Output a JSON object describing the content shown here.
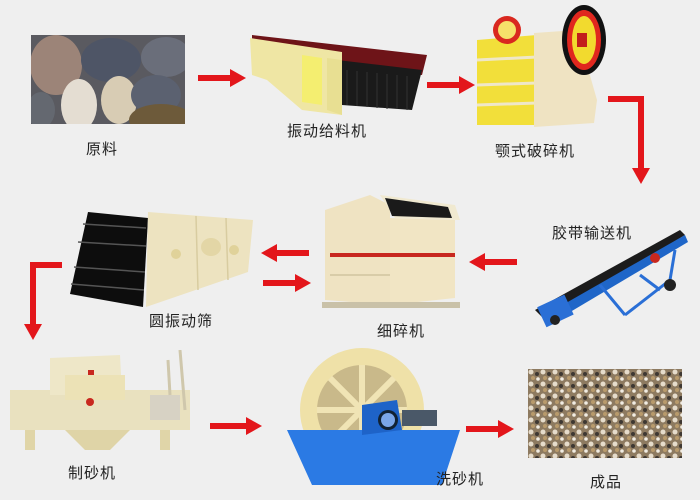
{
  "diagram": {
    "title": "",
    "type": "process-flow",
    "accent_color": "#e3161b",
    "background_color": "#efefef",
    "nodes": [
      {
        "id": "raw",
        "label": "原料",
        "icon": "pebbles-photo"
      },
      {
        "id": "vib_feeder",
        "label": "振动给料机",
        "icon": "vibrating-feeder"
      },
      {
        "id": "jaw_crusher",
        "label": "颚式破碎机",
        "icon": "jaw-crusher"
      },
      {
        "id": "belt_conveyor",
        "label": "胶带输送机",
        "icon": "belt-conveyor"
      },
      {
        "id": "fine_crusher",
        "label": "细碎机",
        "icon": "fine-crusher"
      },
      {
        "id": "circ_screen",
        "label": "圆振动筛",
        "icon": "circular-vibrating-screen"
      },
      {
        "id": "sand_maker",
        "label": "制砂机",
        "icon": "sand-making-machine"
      },
      {
        "id": "sand_washer",
        "label": "洗砂机",
        "icon": "sand-washer"
      },
      {
        "id": "product",
        "label": "成品",
        "icon": "sand-gravel-photo"
      }
    ],
    "edges": [
      {
        "from": "raw",
        "to": "vib_feeder"
      },
      {
        "from": "vib_feeder",
        "to": "jaw_crusher"
      },
      {
        "from": "jaw_crusher",
        "to": "belt_conveyor"
      },
      {
        "from": "belt_conveyor",
        "to": "fine_crusher"
      },
      {
        "from": "fine_crusher",
        "to": "circ_screen"
      },
      {
        "from": "circ_screen",
        "to": "fine_crusher"
      },
      {
        "from": "circ_screen",
        "to": "sand_maker"
      },
      {
        "from": "sand_maker",
        "to": "sand_washer"
      },
      {
        "from": "sand_washer",
        "to": "product"
      }
    ]
  }
}
